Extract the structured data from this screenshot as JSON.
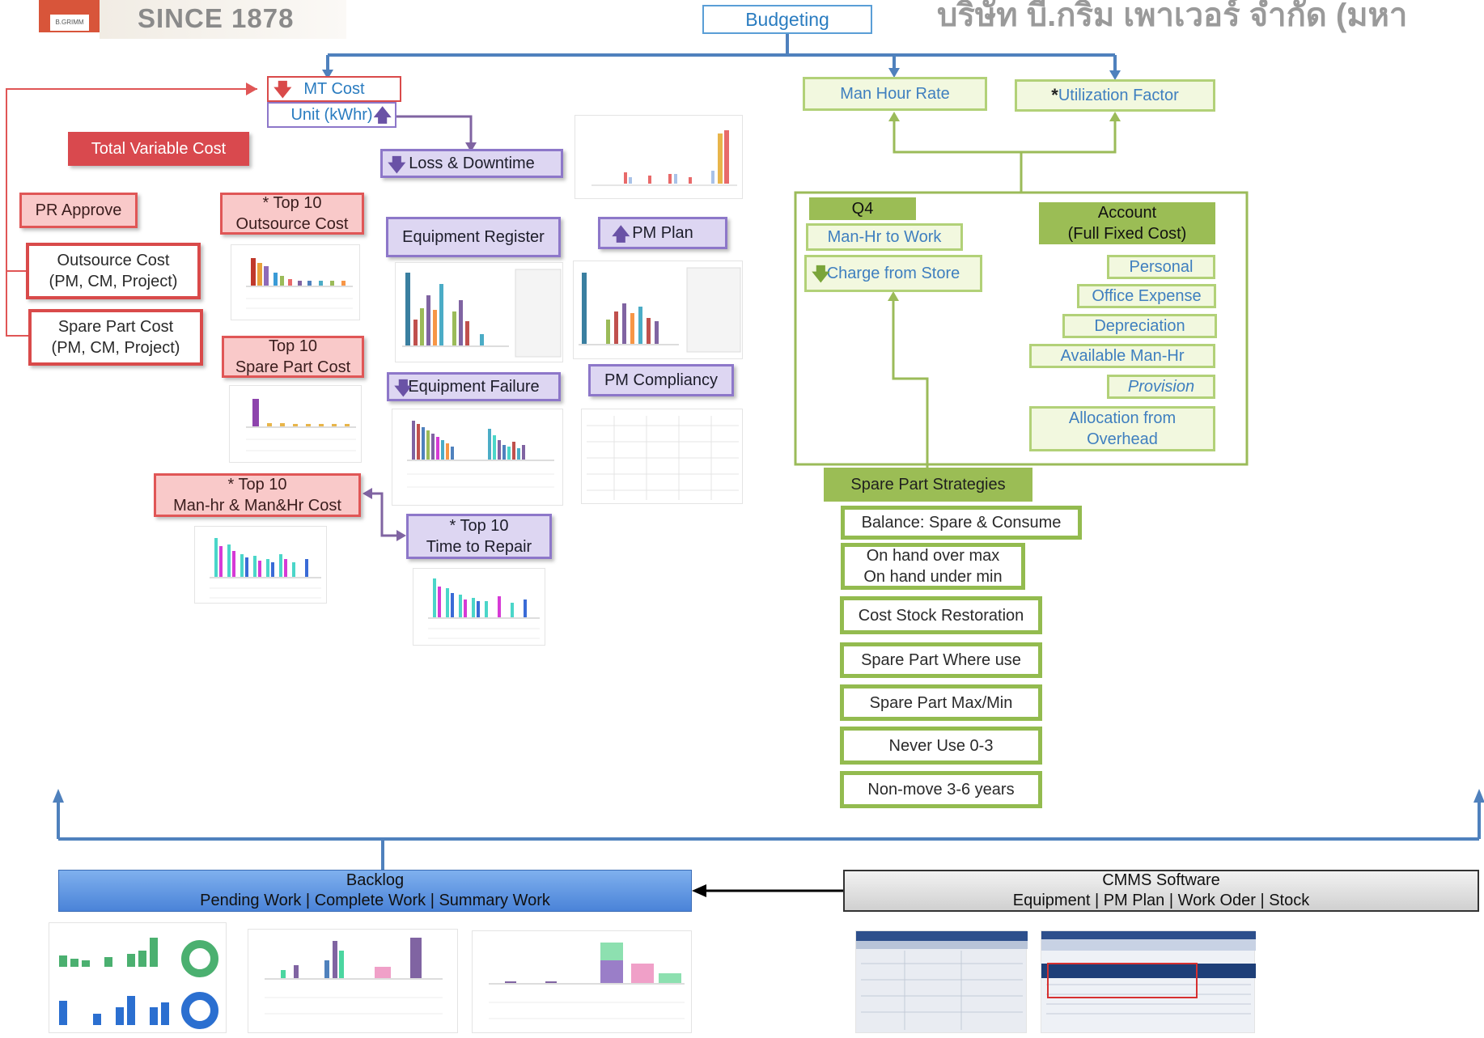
{
  "header": {
    "since": "SINCE 1878",
    "company": "บริษัท บี.กริม เพาเวอร์ จำกัด (มหา",
    "logo_text": "B.GRIMM"
  },
  "root": "Budgeting",
  "left": {
    "mt_cost": "MT Cost",
    "unit": "Unit (kWhr)",
    "total_variable": "Total Variable Cost",
    "pr_approve": "PR Approve",
    "outsource_cost": "Outsource Cost\n(PM, CM, Project)",
    "spare_part_cost": "Spare Part Cost\n(PM, CM, Project)",
    "top10_outsource": "* Top 10\nOutsource Cost",
    "top10_spare": "Top 10\nSpare Part Cost",
    "top10_manhr": "* Top 10\nMan-hr & Man&Hr Cost",
    "loss_downtime": "Loss & Downtime",
    "equipment_register": "Equipment Register",
    "equipment_failure": "Equipment Failure",
    "top10_ttr": "* Top 10\nTime to Repair",
    "pm_plan": "PM Plan",
    "pm_compliancy": "PM Compliancy"
  },
  "right": {
    "man_hour_rate": "Man Hour Rate",
    "utilization": "Utilization Factor",
    "q4": "Q4",
    "manhr_to_work": "Man-Hr to Work",
    "charge_from_store": "Charge from Store",
    "account": "Account\n(Full Fixed Cost)",
    "personal": "Personal",
    "office_expense": "Office Expense",
    "depreciation": "Depreciation",
    "available_manhr": "Available Man-Hr",
    "provision": "Provision",
    "allocation": "Allocation from\nOverhead",
    "spare_strategies": "Spare Part Strategies",
    "strategies": [
      "Balance: Spare & Consume",
      "On hand over max\nOn hand under min",
      "Cost Stock Restoration",
      "Spare Part Where use",
      "Spare Part Max/Min",
      "Never Use 0-3",
      "Non-move 3-6 years"
    ]
  },
  "bottom": {
    "backlog_title": "Backlog",
    "backlog_items": "Pending Work | Complete Work | Summary Work",
    "cmms_title": "CMMS Software",
    "cmms_items": "Equipment  | PM Plan | Work Oder | Stock"
  },
  "colors": {
    "blue_line": "#4f81bd",
    "purple_line": "#8064a2",
    "green_line": "#9bbb59",
    "red_line": "#e05656"
  }
}
